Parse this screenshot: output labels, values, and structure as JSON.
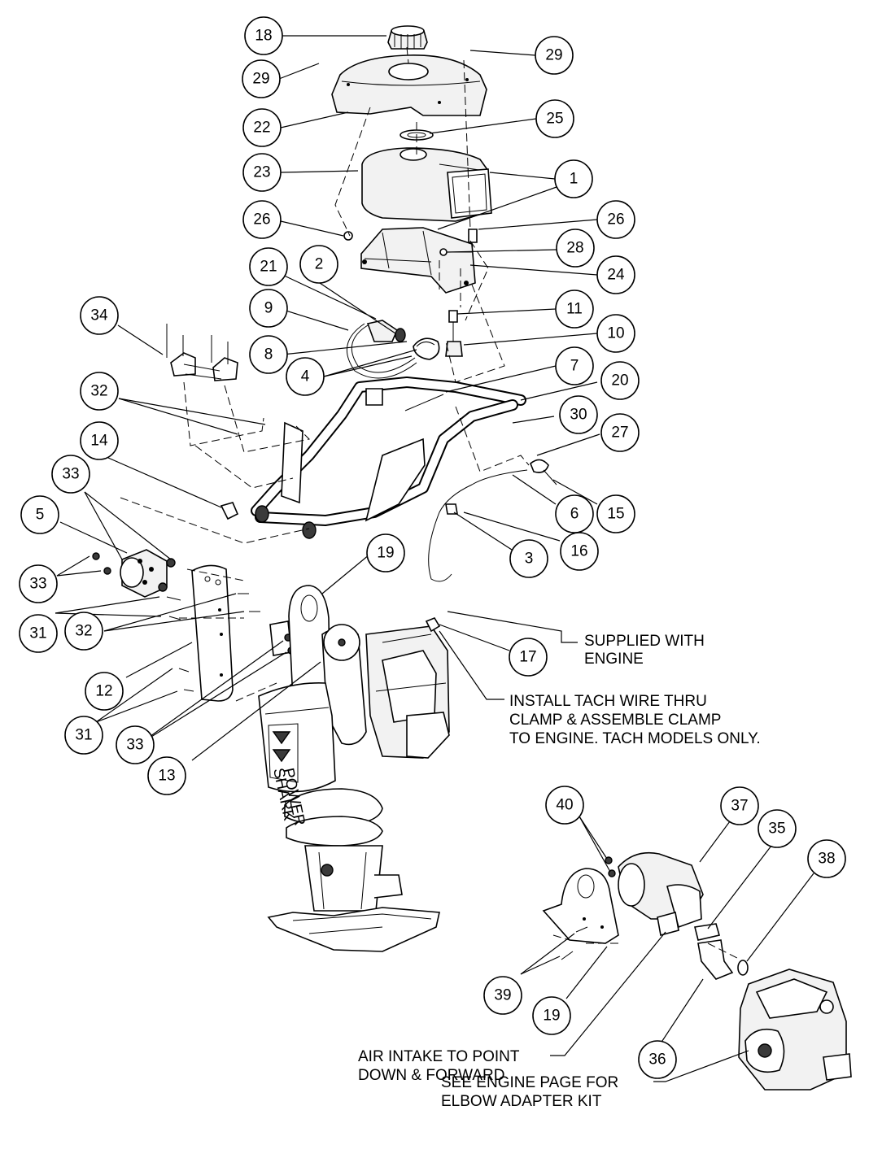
{
  "callouts": [
    "18",
    "29",
    "29",
    "22",
    "25",
    "23",
    "1",
    "26",
    "26",
    "28",
    "24",
    "21",
    "2",
    "11",
    "9",
    "10",
    "8",
    "4",
    "34",
    "7",
    "20",
    "32",
    "30",
    "27",
    "14",
    "33",
    "15",
    "6",
    "5",
    "16",
    "3",
    "33",
    "19",
    "31",
    "17",
    "32",
    "12",
    "31",
    "33",
    "13",
    "40",
    "37",
    "35",
    "38",
    "39",
    "19",
    "36"
  ],
  "notes": {
    "supplied_line1": "SUPPLIED WITH",
    "supplied_line2": "ENGINE",
    "tach_line1": "INSTALL TACH WIRE THRU",
    "tach_line2": "CLAMP & ASSEMBLE CLAMP",
    "tach_line3": "TO ENGINE. TACH MODELS ONLY.",
    "air_line1": "AIR INTAKE TO POINT",
    "air_line2": "DOWN & FORWARD",
    "engine_line1": "SEE ENGINE PAGE FOR",
    "engine_line2": "ELBOW ADAPTER  KIT"
  },
  "machine_label": {
    "line1": "SHARK",
    "line2": "POWER"
  }
}
